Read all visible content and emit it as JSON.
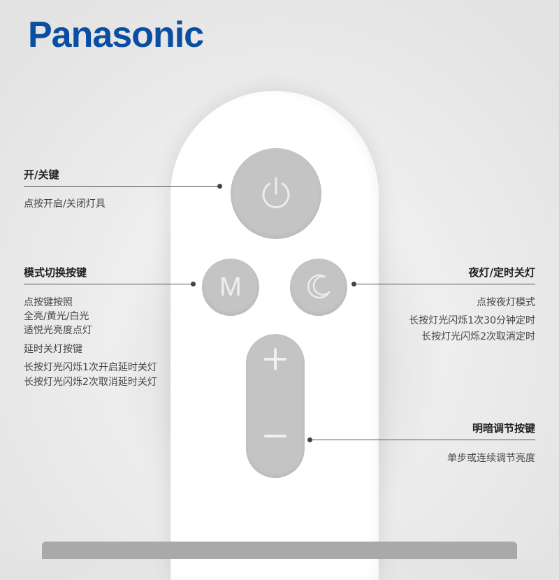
{
  "brand": {
    "logo": "Panasonic"
  },
  "remote": {
    "mode_button_glyph": "M",
    "icons": [
      "power-icon",
      "moon-icon",
      "plus-icon",
      "minus-icon"
    ]
  },
  "callouts": {
    "power": {
      "title": "开/关键",
      "lines": [
        "点按开启/关闭灯具"
      ]
    },
    "mode": {
      "title": "模式切换按键",
      "lines": [
        "点按键按照",
        "全亮/黄光/白光",
        "适悦光亮度点灯",
        "延时关灯按键",
        "长按灯光闪烁1次开启延时关灯",
        "长按灯光闪烁2次取消延时关灯"
      ]
    },
    "night": {
      "title": "夜灯/定时关灯",
      "lines": [
        "点按夜灯模式",
        "长按灯光闪烁1次30分钟定时",
        "长按灯光闪烁2次取消定时"
      ]
    },
    "brightness": {
      "title": "明暗调节按键",
      "lines": [
        "单步或连续调节亮度"
      ]
    }
  },
  "colors": {
    "brand_blue": "#0a4ea2",
    "button_gray": "#c4c4c4",
    "remote_white": "#ffffff"
  }
}
